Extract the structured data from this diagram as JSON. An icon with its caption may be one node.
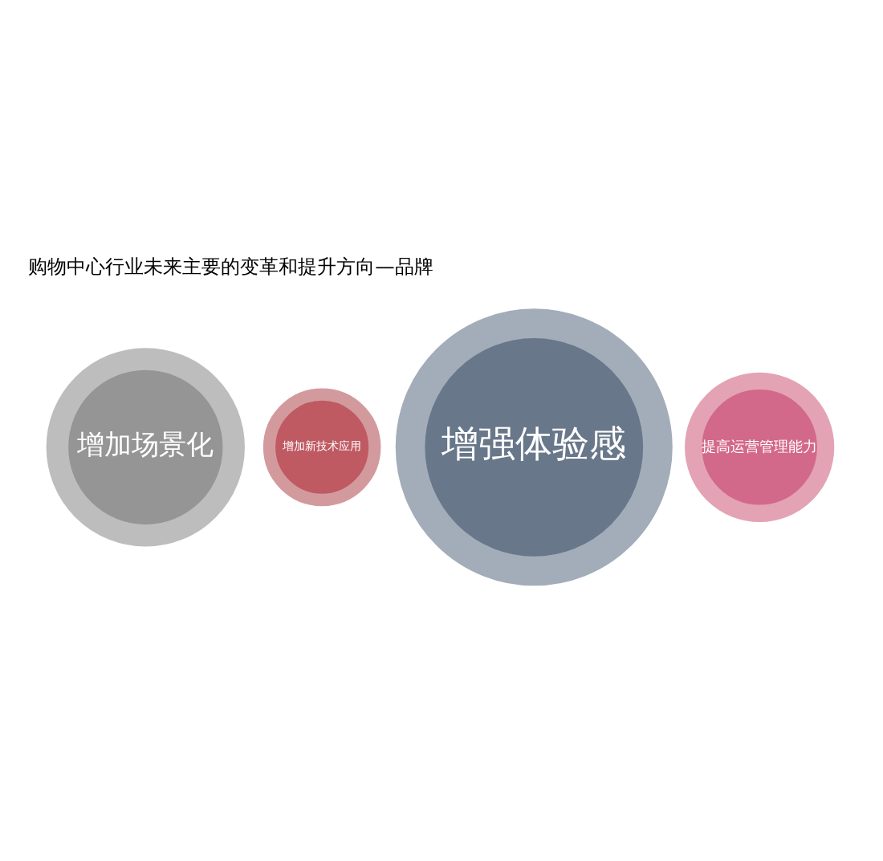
{
  "diagram": {
    "title": "购物中心行业未来主要的变革和提升方向—品牌",
    "nodes": [
      {
        "text": [
          "提高运营管理能力"
        ]
      },
      {
        "text": [
          "增强体验感"
        ]
      },
      {
        "text": [
          "增加新技术应用"
        ]
      },
      {
        "text": [
          "增加场景化"
        ]
      }
    ],
    "edges": []
  }
}
